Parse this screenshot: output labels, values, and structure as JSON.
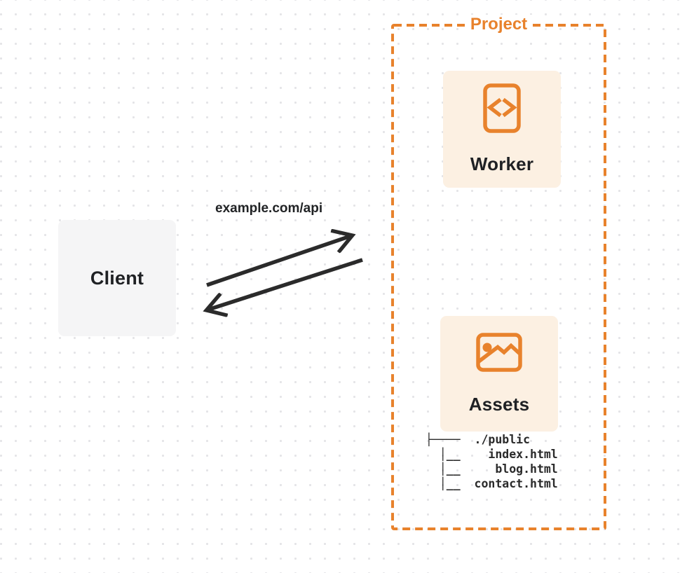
{
  "diagram": {
    "client": {
      "label": "Client"
    },
    "request": {
      "label": "example.com/api"
    },
    "project": {
      "label": "Project",
      "nodes": [
        {
          "id": "worker",
          "label": "Worker",
          "icon": "code-file-icon"
        },
        {
          "id": "assets",
          "label": "Assets",
          "icon": "image-icon"
        }
      ],
      "file_tree": {
        "root": "./public",
        "files": [
          "index.html",
          "blog.html",
          "contact.html"
        ],
        "ascii": "├────  ./public\n  │__    index.html\n  │__     blog.html\n  │__  contact.html"
      }
    },
    "colors": {
      "accent": "#E8822C",
      "node_fill": "#FCF0E2",
      "client_fill": "#F5F5F6",
      "arrow": "#2B2B2B",
      "text": "#1F2124",
      "dot": "#E4E4E7"
    }
  }
}
